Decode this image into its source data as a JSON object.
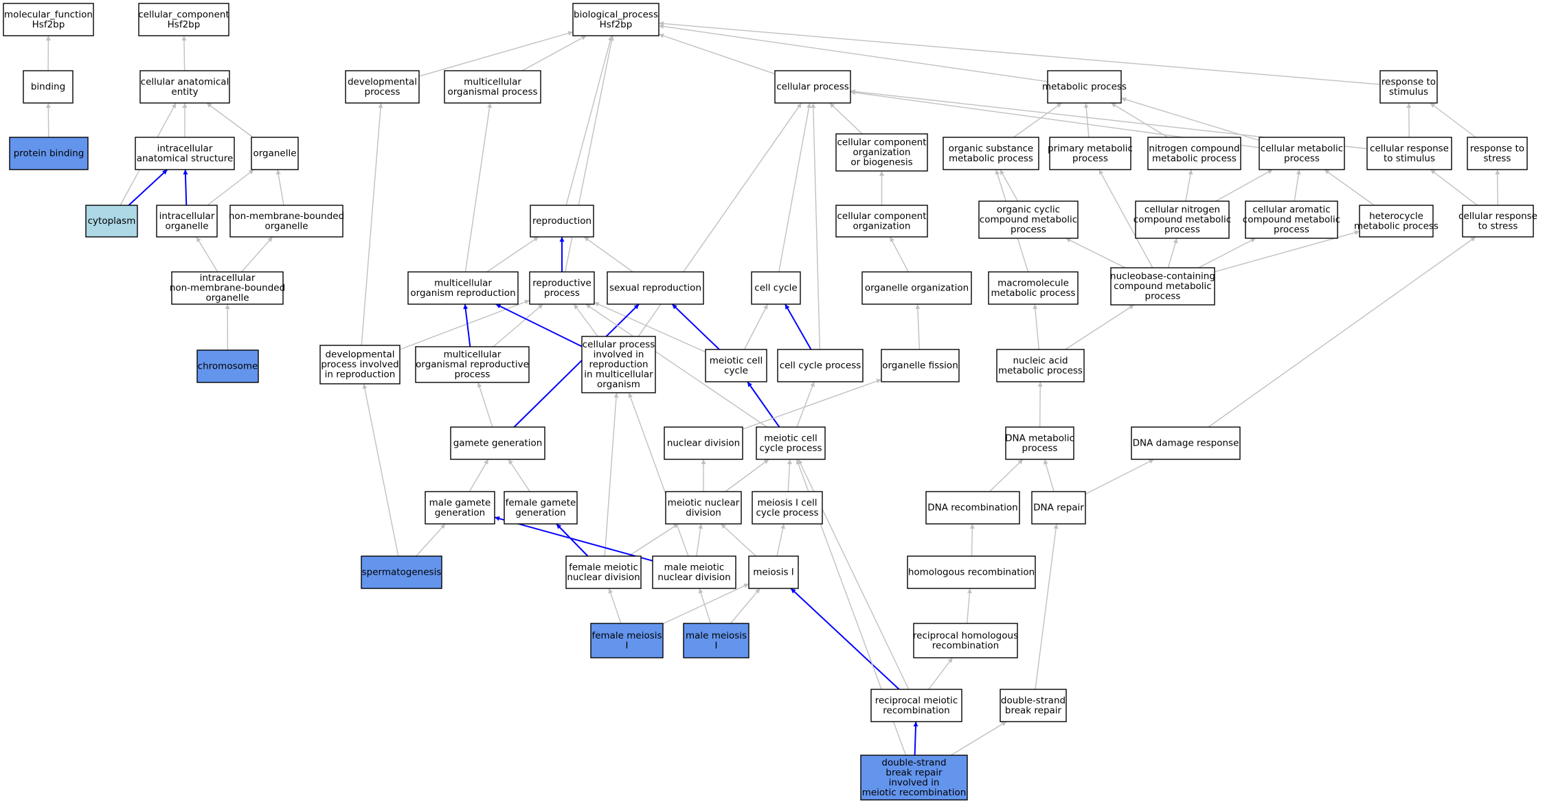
{
  "colors": {
    "default_fill": "#ffffff",
    "annotated_fill": "#6495ed",
    "cytoplasm_fill": "#add8e6",
    "edge_gray": "#c0c0c0",
    "edge_blue": "#0000ff"
  },
  "nodes": [
    {
      "id": "mf",
      "lines": [
        "molecular_function",
        "Hsf2bp"
      ],
      "fill": "default"
    },
    {
      "id": "cc",
      "lines": [
        "cellular_component",
        "Hsf2bp"
      ],
      "fill": "default"
    },
    {
      "id": "bp",
      "lines": [
        "biological_process",
        "Hsf2bp"
      ],
      "fill": "default"
    },
    {
      "id": "binding",
      "lines": [
        "binding"
      ],
      "fill": "default"
    },
    {
      "id": "protein_binding",
      "lines": [
        "protein binding"
      ],
      "fill": "annotated"
    },
    {
      "id": "cae",
      "lines": [
        "cellular anatomical",
        "entity"
      ],
      "fill": "default"
    },
    {
      "id": "ias",
      "lines": [
        "intracellular",
        "anatomical structure"
      ],
      "fill": "default"
    },
    {
      "id": "organelle",
      "lines": [
        "organelle"
      ],
      "fill": "default"
    },
    {
      "id": "cytoplasm",
      "lines": [
        "cytoplasm"
      ],
      "fill": "cytoplasm"
    },
    {
      "id": "intra_org",
      "lines": [
        "intracellular",
        "organelle"
      ],
      "fill": "default"
    },
    {
      "id": "nmbo",
      "lines": [
        "non-membrane-bounded",
        "organelle"
      ],
      "fill": "default"
    },
    {
      "id": "inmbo",
      "lines": [
        "intracellular",
        "non-membrane-bounded",
        "organelle"
      ],
      "fill": "default"
    },
    {
      "id": "chromosome",
      "lines": [
        "chromosome"
      ],
      "fill": "annotated"
    },
    {
      "id": "dev_proc",
      "lines": [
        "developmental",
        "process"
      ],
      "fill": "default"
    },
    {
      "id": "mc_org_proc",
      "lines": [
        "multicellular",
        "organismal process"
      ],
      "fill": "default"
    },
    {
      "id": "cell_proc",
      "lines": [
        "cellular process"
      ],
      "fill": "default"
    },
    {
      "id": "met_proc",
      "lines": [
        "metabolic process"
      ],
      "fill": "default"
    },
    {
      "id": "resp_stim",
      "lines": [
        "response to",
        "stimulus"
      ],
      "fill": "default"
    },
    {
      "id": "ccob",
      "lines": [
        "cellular component",
        "organization",
        "or biogenesis"
      ],
      "fill": "default"
    },
    {
      "id": "osmp",
      "lines": [
        "organic substance",
        "metabolic process"
      ],
      "fill": "default"
    },
    {
      "id": "pmp",
      "lines": [
        "primary metabolic",
        "process"
      ],
      "fill": "default"
    },
    {
      "id": "ncmp",
      "lines": [
        "nitrogen compound",
        "metabolic process"
      ],
      "fill": "default"
    },
    {
      "id": "cmp",
      "lines": [
        "cellular metabolic",
        "process"
      ],
      "fill": "default"
    },
    {
      "id": "crs",
      "lines": [
        "cellular response",
        "to stimulus"
      ],
      "fill": "default"
    },
    {
      "id": "rts",
      "lines": [
        "response to",
        "stress"
      ],
      "fill": "default"
    },
    {
      "id": "reproduction",
      "lines": [
        "reproduction"
      ],
      "fill": "default"
    },
    {
      "id": "cco",
      "lines": [
        "cellular component",
        "organization"
      ],
      "fill": "default"
    },
    {
      "id": "occmp",
      "lines": [
        "organic cyclic",
        "compound metabolic",
        "process"
      ],
      "fill": "default"
    },
    {
      "id": "cncmp",
      "lines": [
        "cellular nitrogen",
        "compound metabolic",
        "process"
      ],
      "fill": "default"
    },
    {
      "id": "cacmp",
      "lines": [
        "cellular aromatic",
        "compound metabolic",
        "process"
      ],
      "fill": "default"
    },
    {
      "id": "hmp",
      "lines": [
        "heterocycle",
        "metabolic process"
      ],
      "fill": "default"
    },
    {
      "id": "crts",
      "lines": [
        "cellular response",
        "to stress"
      ],
      "fill": "default"
    },
    {
      "id": "mor",
      "lines": [
        "multicellular",
        "organism reproduction"
      ],
      "fill": "default"
    },
    {
      "id": "rep_proc",
      "lines": [
        "reproductive",
        "process"
      ],
      "fill": "default"
    },
    {
      "id": "sex_rep",
      "lines": [
        "sexual reproduction"
      ],
      "fill": "default"
    },
    {
      "id": "cell_cycle",
      "lines": [
        "cell cycle"
      ],
      "fill": "default"
    },
    {
      "id": "org_org",
      "lines": [
        "organelle organization"
      ],
      "fill": "default"
    },
    {
      "id": "mmp",
      "lines": [
        "macromolecule",
        "metabolic process"
      ],
      "fill": "default"
    },
    {
      "id": "nbcmp",
      "lines": [
        "nucleobase-containing",
        "compound metabolic",
        "process"
      ],
      "fill": "default"
    },
    {
      "id": "dpir",
      "lines": [
        "developmental",
        "process involved",
        "in reproduction"
      ],
      "fill": "default"
    },
    {
      "id": "morp",
      "lines": [
        "multicellular",
        "organismal reproductive",
        "process"
      ],
      "fill": "default"
    },
    {
      "id": "cpir",
      "lines": [
        "cellular process",
        "involved in",
        "reproduction",
        "in multicellular",
        "organism"
      ],
      "fill": "default"
    },
    {
      "id": "mcc",
      "lines": [
        "meiotic cell",
        "cycle"
      ],
      "fill": "default"
    },
    {
      "id": "ccp",
      "lines": [
        "cell cycle process"
      ],
      "fill": "default"
    },
    {
      "id": "org_fis",
      "lines": [
        "organelle fission"
      ],
      "fill": "default"
    },
    {
      "id": "namp",
      "lines": [
        "nucleic acid",
        "metabolic process"
      ],
      "fill": "default"
    },
    {
      "id": "gam_gen",
      "lines": [
        "gamete generation"
      ],
      "fill": "default"
    },
    {
      "id": "nuc_div",
      "lines": [
        "nuclear division"
      ],
      "fill": "default"
    },
    {
      "id": "mccp",
      "lines": [
        "meiotic cell",
        "cycle process"
      ],
      "fill": "default"
    },
    {
      "id": "dna_mp",
      "lines": [
        "DNA metabolic",
        "process"
      ],
      "fill": "default"
    },
    {
      "id": "dna_dr",
      "lines": [
        "DNA damage response"
      ],
      "fill": "default"
    },
    {
      "id": "mgg",
      "lines": [
        "male gamete",
        "generation"
      ],
      "fill": "default"
    },
    {
      "id": "fgg",
      "lines": [
        "female gamete",
        "generation"
      ],
      "fill": "default"
    },
    {
      "id": "mnd",
      "lines": [
        "meiotic nuclear",
        "division"
      ],
      "fill": "default"
    },
    {
      "id": "m1ccp",
      "lines": [
        "meiosis I cell",
        "cycle process"
      ],
      "fill": "default"
    },
    {
      "id": "dna_rec",
      "lines": [
        "DNA recombination"
      ],
      "fill": "default"
    },
    {
      "id": "dna_rep",
      "lines": [
        "DNA repair"
      ],
      "fill": "default"
    },
    {
      "id": "spermato",
      "lines": [
        "spermatogenesis"
      ],
      "fill": "annotated"
    },
    {
      "id": "fmnd",
      "lines": [
        "female meiotic",
        "nuclear division"
      ],
      "fill": "default"
    },
    {
      "id": "mmnd",
      "lines": [
        "male meiotic",
        "nuclear division"
      ],
      "fill": "default"
    },
    {
      "id": "meiosis1",
      "lines": [
        "meiosis I"
      ],
      "fill": "default"
    },
    {
      "id": "hom_rec",
      "lines": [
        "homologous recombination"
      ],
      "fill": "default"
    },
    {
      "id": "fm1",
      "lines": [
        "female meiosis",
        "I"
      ],
      "fill": "annotated"
    },
    {
      "id": "mm1",
      "lines": [
        "male meiosis",
        "I"
      ],
      "fill": "annotated"
    },
    {
      "id": "rhr",
      "lines": [
        "reciprocal homologous",
        "recombination"
      ],
      "fill": "default"
    },
    {
      "id": "rmr",
      "lines": [
        "reciprocal meiotic",
        "recombination"
      ],
      "fill": "default"
    },
    {
      "id": "dsbr",
      "lines": [
        "double-strand",
        "break repair"
      ],
      "fill": "default"
    },
    {
      "id": "dsbrimr",
      "lines": [
        "double-strand",
        "break repair",
        "involved in",
        "meiotic recombination"
      ],
      "fill": "annotated"
    }
  ],
  "edges": [
    {
      "from": "binding",
      "to": "mf",
      "color": "gray"
    },
    {
      "from": "protein_binding",
      "to": "binding",
      "color": "gray"
    },
    {
      "from": "cae",
      "to": "cc",
      "color": "gray"
    },
    {
      "from": "ias",
      "to": "cae",
      "color": "gray"
    },
    {
      "from": "organelle",
      "to": "cae",
      "color": "gray"
    },
    {
      "from": "cytoplasm",
      "to": "cae",
      "color": "gray"
    },
    {
      "from": "cytoplasm",
      "to": "ias",
      "color": "blue"
    },
    {
      "from": "intra_org",
      "to": "ias",
      "color": "blue"
    },
    {
      "from": "intra_org",
      "to": "organelle",
      "color": "gray"
    },
    {
      "from": "nmbo",
      "to": "organelle",
      "color": "gray"
    },
    {
      "from": "inmbo",
      "to": "intra_org",
      "color": "gray"
    },
    {
      "from": "inmbo",
      "to": "nmbo",
      "color": "gray"
    },
    {
      "from": "chromosome",
      "to": "inmbo",
      "color": "gray"
    },
    {
      "from": "dev_proc",
      "to": "bp",
      "color": "gray"
    },
    {
      "from": "mc_org_proc",
      "to": "bp",
      "color": "gray"
    },
    {
      "from": "cell_proc",
      "to": "bp",
      "color": "gray"
    },
    {
      "from": "met_proc",
      "to": "bp",
      "color": "gray"
    },
    {
      "from": "resp_stim",
      "to": "bp",
      "color": "gray"
    },
    {
      "from": "reproduction",
      "to": "bp",
      "color": "gray"
    },
    {
      "from": "rep_proc",
      "to": "bp",
      "color": "gray"
    },
    {
      "from": "ccob",
      "to": "cell_proc",
      "color": "gray"
    },
    {
      "from": "osmp",
      "to": "met_proc",
      "color": "gray"
    },
    {
      "from": "pmp",
      "to": "met_proc",
      "color": "gray"
    },
    {
      "from": "ncmp",
      "to": "met_proc",
      "color": "gray"
    },
    {
      "from": "cmp",
      "to": "met_proc",
      "color": "gray"
    },
    {
      "from": "cmp",
      "to": "cell_proc",
      "color": "gray"
    },
    {
      "from": "crs",
      "to": "cell_proc",
      "color": "gray"
    },
    {
      "from": "crs",
      "to": "resp_stim",
      "color": "gray"
    },
    {
      "from": "rts",
      "to": "resp_stim",
      "color": "gray"
    },
    {
      "from": "cco",
      "to": "ccob",
      "color": "gray"
    },
    {
      "from": "occmp",
      "to": "osmp",
      "color": "gray"
    },
    {
      "from": "cncmp",
      "to": "ncmp",
      "color": "gray"
    },
    {
      "from": "cncmp",
      "to": "cmp",
      "color": "gray"
    },
    {
      "from": "cacmp",
      "to": "cmp",
      "color": "gray"
    },
    {
      "from": "hmp",
      "to": "cmp",
      "color": "gray"
    },
    {
      "from": "crts",
      "to": "crs",
      "color": "gray"
    },
    {
      "from": "crts",
      "to": "rts",
      "color": "gray"
    },
    {
      "from": "mor",
      "to": "reproduction",
      "color": "gray"
    },
    {
      "from": "mor",
      "to": "mc_org_proc",
      "color": "gray"
    },
    {
      "from": "rep_proc",
      "to": "reproduction",
      "color": "blue"
    },
    {
      "from": "sex_rep",
      "to": "reproduction",
      "color": "gray"
    },
    {
      "from": "cell_cycle",
      "to": "cell_proc",
      "color": "gray"
    },
    {
      "from": "org_org",
      "to": "cco",
      "color": "gray"
    },
    {
      "from": "mmp",
      "to": "osmp",
      "color": "gray"
    },
    {
      "from": "nbcmp",
      "to": "occmp",
      "color": "gray"
    },
    {
      "from": "nbcmp",
      "to": "cncmp",
      "color": "gray"
    },
    {
      "from": "nbcmp",
      "to": "cacmp",
      "color": "gray"
    },
    {
      "from": "nbcmp",
      "to": "hmp",
      "color": "gray"
    },
    {
      "from": "nbcmp",
      "to": "pmp",
      "color": "gray"
    },
    {
      "from": "dpir",
      "to": "dev_proc",
      "color": "gray"
    },
    {
      "from": "dpir",
      "to": "rep_proc",
      "color": "gray"
    },
    {
      "from": "morp",
      "to": "mor",
      "color": "blue"
    },
    {
      "from": "morp",
      "to": "rep_proc",
      "color": "gray"
    },
    {
      "from": "cpir",
      "to": "mor",
      "color": "blue"
    },
    {
      "from": "cpir",
      "to": "rep_proc",
      "color": "gray"
    },
    {
      "from": "cpir",
      "to": "cell_proc",
      "color": "gray"
    },
    {
      "from": "mcc",
      "to": "sex_rep",
      "color": "blue"
    },
    {
      "from": "mcc",
      "to": "cell_cycle",
      "color": "gray"
    },
    {
      "from": "mcc",
      "to": "rep_proc",
      "color": "gray"
    },
    {
      "from": "ccp",
      "to": "cell_cycle",
      "color": "blue"
    },
    {
      "from": "ccp",
      "to": "cell_proc",
      "color": "gray"
    },
    {
      "from": "org_fis",
      "to": "org_org",
      "color": "gray"
    },
    {
      "from": "namp",
      "to": "mmp",
      "color": "gray"
    },
    {
      "from": "namp",
      "to": "nbcmp",
      "color": "gray"
    },
    {
      "from": "gam_gen",
      "to": "sex_rep",
      "color": "blue"
    },
    {
      "from": "gam_gen",
      "to": "morp",
      "color": "gray"
    },
    {
      "from": "mccp",
      "to": "mcc",
      "color": "blue"
    },
    {
      "from": "mccp",
      "to": "ccp",
      "color": "gray"
    },
    {
      "from": "mccp",
      "to": "rep_proc",
      "color": "gray"
    },
    {
      "from": "nuc_div",
      "to": "org_fis",
      "color": "gray"
    },
    {
      "from": "dna_mp",
      "to": "namp",
      "color": "gray"
    },
    {
      "from": "dna_dr",
      "to": "crts",
      "color": "gray"
    },
    {
      "from": "mgg",
      "to": "gam_gen",
      "color": "gray"
    },
    {
      "from": "fgg",
      "to": "gam_gen",
      "color": "gray"
    },
    {
      "from": "mnd",
      "to": "nuc_div",
      "color": "gray"
    },
    {
      "from": "mnd",
      "to": "mccp",
      "color": "gray"
    },
    {
      "from": "m1ccp",
      "to": "mccp",
      "color": "gray"
    },
    {
      "from": "dna_rec",
      "to": "dna_mp",
      "color": "gray"
    },
    {
      "from": "dna_rep",
      "to": "dna_mp",
      "color": "gray"
    },
    {
      "from": "dna_rep",
      "to": "dna_dr",
      "color": "gray"
    },
    {
      "from": "spermato",
      "to": "mgg",
      "color": "gray"
    },
    {
      "from": "spermato",
      "to": "dpir",
      "color": "gray"
    },
    {
      "from": "fmnd",
      "to": "fgg",
      "color": "blue"
    },
    {
      "from": "fmnd",
      "to": "mnd",
      "color": "gray"
    },
    {
      "from": "fmnd",
      "to": "cpir",
      "color": "gray"
    },
    {
      "from": "mmnd",
      "to": "mgg",
      "color": "blue"
    },
    {
      "from": "mmnd",
      "to": "mnd",
      "color": "gray"
    },
    {
      "from": "mmnd",
      "to": "cpir",
      "color": "gray"
    },
    {
      "from": "meiosis1",
      "to": "mnd",
      "color": "gray"
    },
    {
      "from": "meiosis1",
      "to": "m1ccp",
      "color": "gray"
    },
    {
      "from": "hom_rec",
      "to": "dna_rec",
      "color": "gray"
    },
    {
      "from": "fm1",
      "to": "fmnd",
      "color": "gray"
    },
    {
      "from": "fm1",
      "to": "meiosis1",
      "color": "gray"
    },
    {
      "from": "mm1",
      "to": "mmnd",
      "color": "gray"
    },
    {
      "from": "mm1",
      "to": "meiosis1",
      "color": "gray"
    },
    {
      "from": "rhr",
      "to": "hom_rec",
      "color": "gray"
    },
    {
      "from": "rmr",
      "to": "meiosis1",
      "color": "blue"
    },
    {
      "from": "rmr",
      "to": "rhr",
      "color": "gray"
    },
    {
      "from": "rmr",
      "to": "mccp",
      "color": "gray"
    },
    {
      "from": "dsbrimr",
      "to": "rmr",
      "color": "blue"
    },
    {
      "from": "dsbrimr",
      "to": "dsbr",
      "color": "gray"
    },
    {
      "from": "dsbrimr",
      "to": "mccp",
      "color": "gray"
    },
    {
      "from": "dsbr",
      "to": "dna_rep",
      "color": "gray"
    }
  ]
}
